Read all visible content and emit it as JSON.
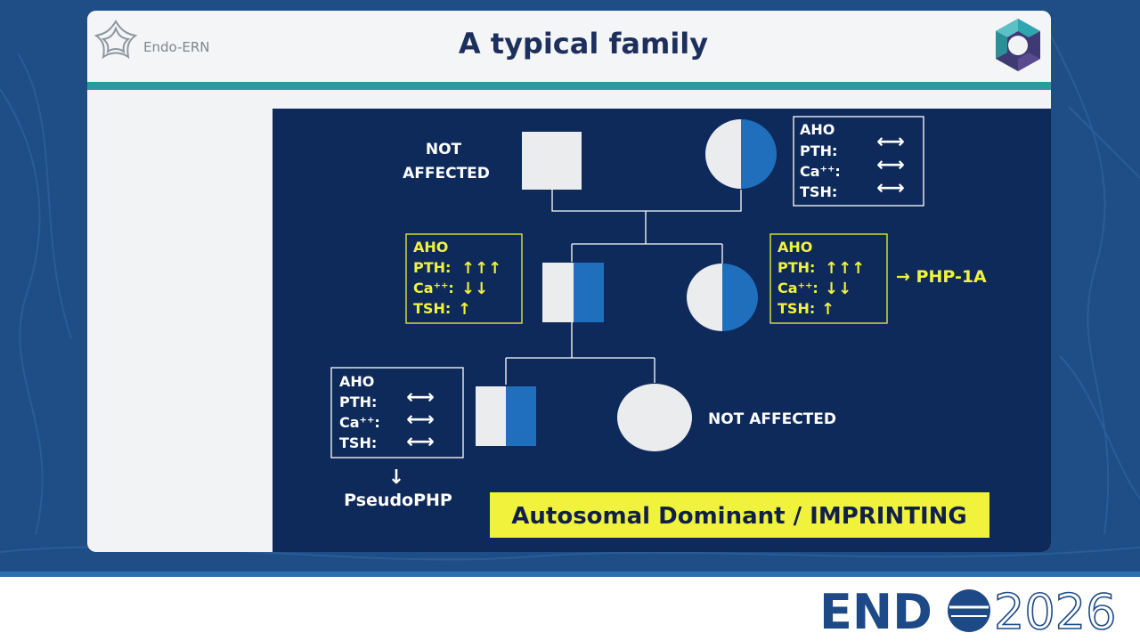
{
  "header": {
    "title": "A typical family",
    "org_name": "Endo-ERN"
  },
  "colors": {
    "panel": "#0e2a5b",
    "affected_half": "#1f6fbd",
    "unaffected": "#ebecee",
    "yellow_text": "#f1f23c",
    "teal": "#2f9a9e"
  },
  "pedigree": {
    "grandfather_label": [
      "NOT",
      "AFFECTED"
    ],
    "granddaughter_label": "NOT AFFECTED",
    "grandmother_box": {
      "rows": [
        {
          "label": "AHO",
          "value": ""
        },
        {
          "label": "PTH:",
          "value": "⟷"
        },
        {
          "label": "Ca⁺⁺:",
          "value": "⟷"
        },
        {
          "label": "TSH:",
          "value": "⟷"
        }
      ]
    },
    "son_box": {
      "rows": [
        {
          "label": "AHO",
          "value": ""
        },
        {
          "label": "PTH:",
          "value": "↑↑↑"
        },
        {
          "label": "Ca⁺⁺:",
          "value": "↓↓"
        },
        {
          "label": "TSH:",
          "value": "↑"
        }
      ]
    },
    "daughter_box": {
      "rows": [
        {
          "label": "AHO",
          "value": ""
        },
        {
          "label": "PTH:",
          "value": "↑↑↑"
        },
        {
          "label": "Ca⁺⁺:",
          "value": "↓↓"
        },
        {
          "label": "TSH:",
          "value": "↑"
        }
      ]
    },
    "grandson_box": {
      "rows": [
        {
          "label": "AHO",
          "value": ""
        },
        {
          "label": "PTH:",
          "value": "⟷"
        },
        {
          "label": "Ca⁺⁺:",
          "value": "⟷"
        },
        {
          "label": "TSH:",
          "value": "⟷"
        }
      ]
    },
    "php_label": "→ PHP-1A",
    "down_arrow": "↓",
    "pseudo_label": "PseudoPHP"
  },
  "banner": {
    "text": "Autosomal Dominant / IMPRINTING"
  },
  "footer": {
    "brand_left": "END",
    "brand_year": "2026"
  }
}
